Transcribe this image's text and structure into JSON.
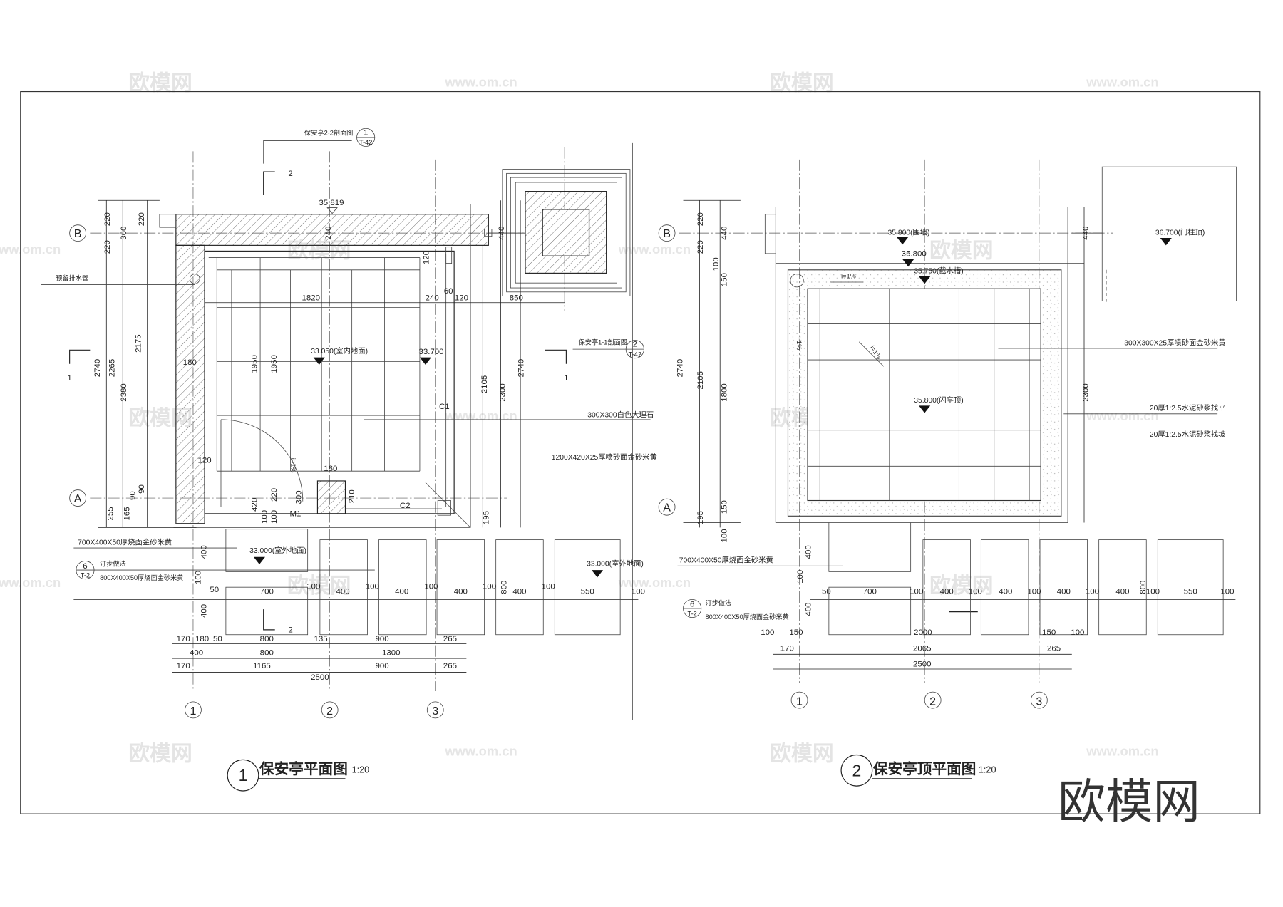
{
  "watermarks": {
    "logo": "欧模网",
    "url": "www.om.cn",
    "big": "欧模网"
  },
  "left": {
    "title": "保安亭平面图",
    "title_no": "1",
    "scale": "1:20",
    "axes": {
      "a": "A",
      "b": "B",
      "c1": "1",
      "c2": "2",
      "c3": "3"
    },
    "section_top": {
      "label": "保安亭2-2剖面图",
      "no": "1",
      "sheet": "T-42",
      "mark": "2"
    },
    "section_right": {
      "label": "保安亭1-1剖面图",
      "no": "2",
      "sheet": "T-42",
      "mark": "1"
    },
    "section_left_mark": "1",
    "section_bottom_mark": "2",
    "elev_top": "35.819",
    "elev_indoor": "33.050(室内地面)",
    "elev_step": "33.700",
    "elev_out1": "33.000(室外地面)",
    "elev_out2": "33.000(室外地面)",
    "note_drain": "预留排水管",
    "note_marble": "300X300白色大理石",
    "note_sill": "1200X420X25厚喷砂面金砂米黄",
    "note_stone1": "700X400X50厚烧面金砂米黄",
    "note_step_title": "汀步做法",
    "note_stone2": "800X400X50厚烧面金砂米黄",
    "detail_no": "6",
    "detail_sheet": "T-2",
    "slope": "i=1%",
    "c1": "C1",
    "c2": "C2",
    "m1": "M1",
    "vdims": [
      "220",
      "360",
      "220",
      "220",
      "2740",
      "2265",
      "2380",
      "2175",
      "255",
      "165",
      "90",
      "90"
    ],
    "idims": [
      "180",
      "1820",
      "1950",
      "1950",
      "240",
      "60",
      "120",
      "120",
      "850",
      "240",
      "2105",
      "2300",
      "2740",
      "440",
      "120",
      "180",
      "220",
      "300",
      "210",
      "420",
      "100",
      "100",
      "195"
    ],
    "sdims": [
      "400",
      "100",
      "50",
      "700",
      "100",
      "400",
      "100",
      "400",
      "100",
      "400",
      "100",
      "800",
      "400",
      "100",
      "550",
      "100",
      "400",
      "50"
    ],
    "bdims1": [
      "170",
      "180",
      "800",
      "135",
      "900",
      "265"
    ],
    "bdims2": [
      "400",
      "800",
      "1300"
    ],
    "bdims3": [
      "170",
      "1165",
      "900",
      "265"
    ],
    "bdims4": [
      "2500"
    ]
  },
  "right": {
    "title": "保安亭顶平面图",
    "title_no": "2",
    "scale": "1:20",
    "axes": {
      "a": "A",
      "b": "B",
      "c1": "1",
      "c2": "2",
      "c3": "3"
    },
    "elev_wall": "35.800(围墙)",
    "elev_edge": "35.800",
    "elev_gutter": "35.750(截水槽)",
    "elev_roof": "35.800(闪亭顶)",
    "elev_post": "36.700(门柱顶)",
    "slope": "i=1%",
    "note_tile": "300X300X25厚喷砂面金砂米黄",
    "note_level": "20厚1:2.5水泥砂浆找平",
    "note_slope": "20厚1:2.5水泥砂浆找坡",
    "note_stone1": "700X400X50厚烧面金砂米黄",
    "note_step_title": "汀步做法",
    "note_stone2": "800X400X50厚烧面金砂米黄",
    "detail_no": "6",
    "detail_sheet": "T-2",
    "vdims": [
      "220",
      "440",
      "220",
      "100",
      "150",
      "2740",
      "2105",
      "1800",
      "150",
      "195",
      "100",
      "440",
      "2300"
    ],
    "sdims": [
      "400",
      "100",
      "50",
      "700",
      "100",
      "400",
      "100",
      "400",
      "100",
      "400",
      "100",
      "400",
      "800",
      "100",
      "550",
      "100",
      "400"
    ],
    "bdims1": [
      "100",
      "150",
      "2000",
      "150",
      "100"
    ],
    "bdims2": [
      "170",
      "2065",
      "265"
    ],
    "bdims3": [
      "2500"
    ]
  }
}
